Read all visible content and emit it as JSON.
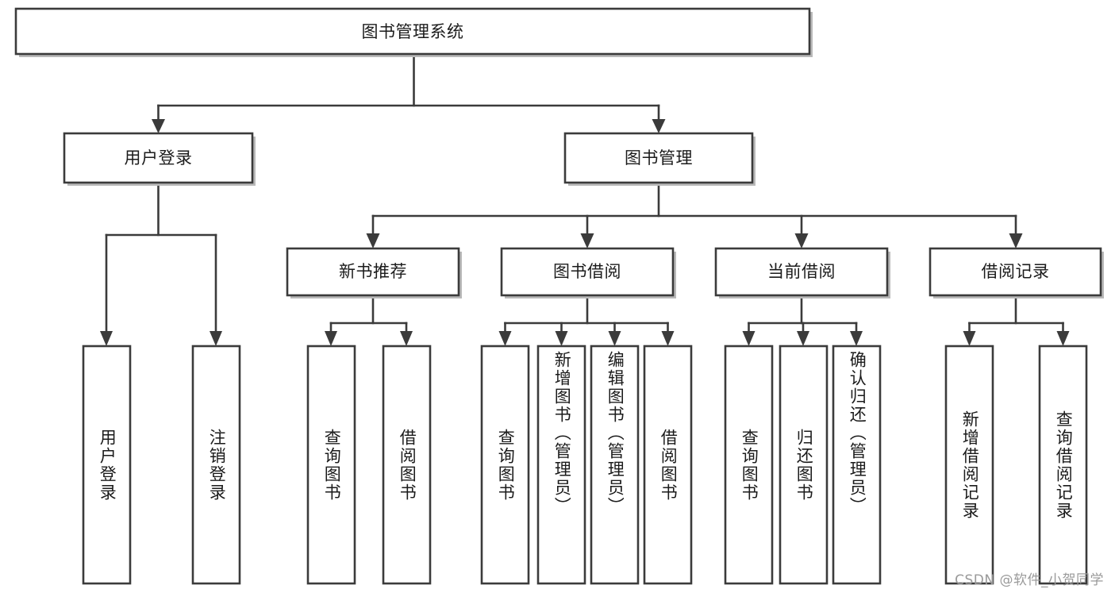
{
  "diagram": {
    "type": "tree",
    "title": "图书管理系统",
    "orientation": "top-down",
    "colors": {
      "box_stroke": "#3b3b3b",
      "box_fill": "#ffffff",
      "text": "#1b1b1b",
      "background": "#ffffff",
      "watermark": "#9a9a9a"
    },
    "root": {
      "label": "图书管理系统"
    },
    "level2": [
      {
        "label": "用户登录"
      },
      {
        "label": "图书管理"
      }
    ],
    "level3": [
      {
        "label": "新书推荐"
      },
      {
        "label": "图书借阅"
      },
      {
        "label": "当前借阅"
      },
      {
        "label": "借阅记录"
      }
    ],
    "leaves": {
      "user_login": [
        {
          "label": "用户登录"
        },
        {
          "label": "注销登录"
        }
      ],
      "new_book": [
        {
          "label": "查询图书"
        },
        {
          "label": "借阅图书"
        }
      ],
      "book_borrow": [
        {
          "label": "查询图书"
        },
        {
          "label": "新增图书（管理员）"
        },
        {
          "label": "编辑图书（管理员）"
        },
        {
          "label": "借阅图书"
        }
      ],
      "current_borrow": [
        {
          "label": "查询图书"
        },
        {
          "label": "归还图书"
        },
        {
          "label": "确认归还（管理员）"
        }
      ],
      "borrow_record": [
        {
          "label": "新增借阅记录"
        },
        {
          "label": "查询借阅记录"
        }
      ]
    }
  },
  "watermark": {
    "text": "CSDN @软件_小贺同学"
  }
}
